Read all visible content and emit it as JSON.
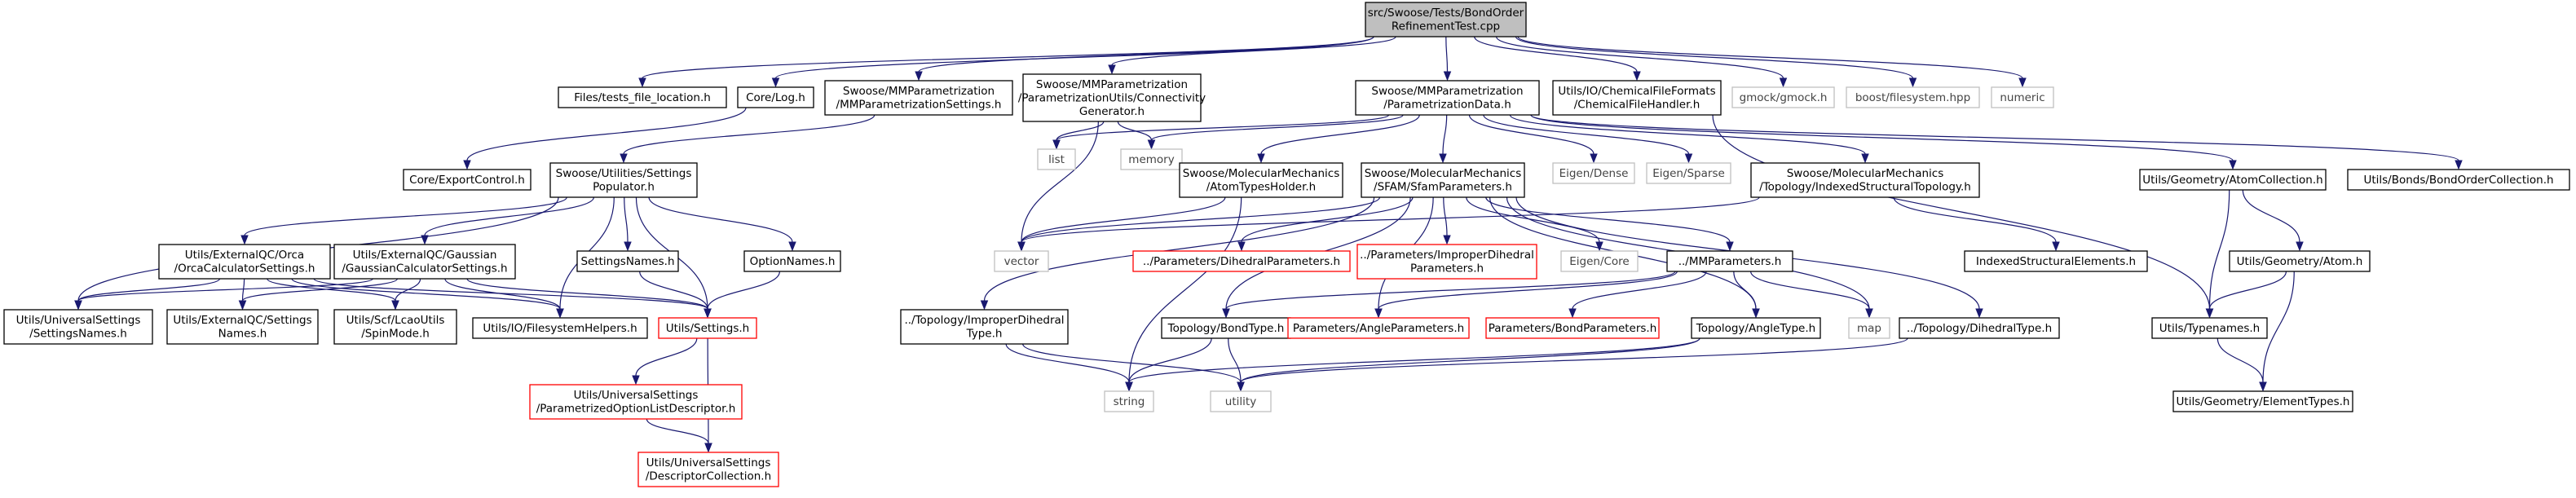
{
  "graph": {
    "colors": {
      "edge": "#191970",
      "node_border": "#000000",
      "external_border": "#c0c0c0",
      "red_border": "#ff0000",
      "root_fill": "#bfbfbf",
      "node_fill": "#ffffff"
    },
    "nodes": [
      {
        "id": "root",
        "lines": [
          "src/Swoose/Tests/BondOrder",
          "RefinementTest.cpp"
        ],
        "kind": "root"
      },
      {
        "id": "files_tests",
        "lines": [
          "Files/tests_file_location.h"
        ],
        "kind": "normal"
      },
      {
        "id": "core_log",
        "lines": [
          "Core/Log.h"
        ],
        "kind": "normal"
      },
      {
        "id": "mmparam_settings",
        "lines": [
          "Swoose/MMParametrization",
          "/MMParametrizationSettings.h"
        ],
        "kind": "normal"
      },
      {
        "id": "conn_gen",
        "lines": [
          "Swoose/MMParametrization",
          "/ParametrizationUtils/Connectivity",
          "Generator.h"
        ],
        "kind": "normal"
      },
      {
        "id": "param_data",
        "lines": [
          "Swoose/MMParametrization",
          "/ParametrizationData.h"
        ],
        "kind": "normal"
      },
      {
        "id": "chem_file",
        "lines": [
          "Utils/IO/ChemicalFileFormats",
          "/ChemicalFileHandler.h"
        ],
        "kind": "normal"
      },
      {
        "id": "gmock",
        "lines": [
          "gmock/gmock.h"
        ],
        "kind": "ext"
      },
      {
        "id": "boost_fs",
        "lines": [
          "boost/filesystem.hpp"
        ],
        "kind": "ext"
      },
      {
        "id": "numeric",
        "lines": [
          "numeric"
        ],
        "kind": "ext"
      },
      {
        "id": "core_export",
        "lines": [
          "Core/ExportControl.h"
        ],
        "kind": "normal"
      },
      {
        "id": "settings_pop",
        "lines": [
          "Swoose/Utilities/Settings",
          "Populator.h"
        ],
        "kind": "normal"
      },
      {
        "id": "list",
        "lines": [
          "list"
        ],
        "kind": "ext"
      },
      {
        "id": "memory",
        "lines": [
          "memory"
        ],
        "kind": "ext"
      },
      {
        "id": "atomtypes",
        "lines": [
          "Swoose/MolecularMechanics",
          "/AtomTypesHolder.h"
        ],
        "kind": "normal"
      },
      {
        "id": "sfam_params",
        "lines": [
          "Swoose/MolecularMechanics",
          "/SFAM/SfamParameters.h"
        ],
        "kind": "normal"
      },
      {
        "id": "eigen_dense",
        "lines": [
          "Eigen/Dense"
        ],
        "kind": "ext"
      },
      {
        "id": "eigen_sparse",
        "lines": [
          "Eigen/Sparse"
        ],
        "kind": "ext"
      },
      {
        "id": "indexed_topo",
        "lines": [
          "Swoose/MolecularMechanics",
          "/Topology/IndexedStructuralTopology.h"
        ],
        "kind": "normal"
      },
      {
        "id": "atom_coll",
        "lines": [
          "Utils/Geometry/AtomCollection.h"
        ],
        "kind": "normal"
      },
      {
        "id": "bond_order_coll",
        "lines": [
          "Utils/Bonds/BondOrderCollection.h"
        ],
        "kind": "normal"
      },
      {
        "id": "orca",
        "lines": [
          "Utils/ExternalQC/Orca",
          "/OrcaCalculatorSettings.h"
        ],
        "kind": "normal"
      },
      {
        "id": "gaussian",
        "lines": [
          "Utils/ExternalQC/Gaussian",
          "/GaussianCalculatorSettings.h"
        ],
        "kind": "normal"
      },
      {
        "id": "settings_names",
        "lines": [
          "SettingsNames.h"
        ],
        "kind": "normal"
      },
      {
        "id": "option_names",
        "lines": [
          "OptionNames.h"
        ],
        "kind": "normal"
      },
      {
        "id": "vector",
        "lines": [
          "vector"
        ],
        "kind": "ext"
      },
      {
        "id": "dihedral_params",
        "lines": [
          "../Parameters/DihedralParameters.h"
        ],
        "kind": "red"
      },
      {
        "id": "improper_params",
        "lines": [
          "../Parameters/ImproperDihedral",
          "Parameters.h"
        ],
        "kind": "red"
      },
      {
        "id": "eigen_core",
        "lines": [
          "Eigen/Core"
        ],
        "kind": "ext"
      },
      {
        "id": "mmparameters",
        "lines": [
          "../MMParameters.h"
        ],
        "kind": "normal"
      },
      {
        "id": "indexed_elements",
        "lines": [
          "IndexedStructuralElements.h"
        ],
        "kind": "normal"
      },
      {
        "id": "geom_atom",
        "lines": [
          "Utils/Geometry/Atom.h"
        ],
        "kind": "normal"
      },
      {
        "id": "univ_settings_names",
        "lines": [
          "Utils/UniversalSettings",
          "/SettingsNames.h"
        ],
        "kind": "normal"
      },
      {
        "id": "extqc_settings_names",
        "lines": [
          "Utils/ExternalQC/Settings",
          "Names.h"
        ],
        "kind": "normal"
      },
      {
        "id": "spinmode",
        "lines": [
          "Utils/Scf/LcaoUtils",
          "/SpinMode.h"
        ],
        "kind": "normal"
      },
      {
        "id": "fs_helpers",
        "lines": [
          "Utils/IO/FilesystemHelpers.h"
        ],
        "kind": "normal"
      },
      {
        "id": "utils_settings",
        "lines": [
          "Utils/Settings.h"
        ],
        "kind": "red"
      },
      {
        "id": "improper_type",
        "lines": [
          "../Topology/ImproperDihedral",
          "Type.h"
        ],
        "kind": "normal"
      },
      {
        "id": "bond_type",
        "lines": [
          "Topology/BondType.h"
        ],
        "kind": "normal"
      },
      {
        "id": "angle_params",
        "lines": [
          "Parameters/AngleParameters.h"
        ],
        "kind": "red"
      },
      {
        "id": "bond_params",
        "lines": [
          "Parameters/BondParameters.h"
        ],
        "kind": "red"
      },
      {
        "id": "angle_type",
        "lines": [
          "Topology/AngleType.h"
        ],
        "kind": "normal"
      },
      {
        "id": "map",
        "lines": [
          "map"
        ],
        "kind": "ext"
      },
      {
        "id": "dihedral_type",
        "lines": [
          "../Topology/DihedralType.h"
        ],
        "kind": "normal"
      },
      {
        "id": "typenames",
        "lines": [
          "Utils/Typenames.h"
        ],
        "kind": "normal"
      },
      {
        "id": "param_opt_list",
        "lines": [
          "Utils/UniversalSettings",
          "/ParametrizedOptionListDescriptor.h"
        ],
        "kind": "red"
      },
      {
        "id": "string",
        "lines": [
          "string"
        ],
        "kind": "ext"
      },
      {
        "id": "utility",
        "lines": [
          "utility"
        ],
        "kind": "ext"
      },
      {
        "id": "element_types",
        "lines": [
          "Utils/Geometry/ElementTypes.h"
        ],
        "kind": "normal"
      },
      {
        "id": "descriptor_coll",
        "lines": [
          "Utils/UniversalSettings",
          "/DescriptorCollection.h"
        ],
        "kind": "red"
      }
    ],
    "edges": [
      [
        "root",
        "files_tests"
      ],
      [
        "root",
        "core_log"
      ],
      [
        "root",
        "mmparam_settings"
      ],
      [
        "root",
        "conn_gen"
      ],
      [
        "root",
        "param_data"
      ],
      [
        "root",
        "chem_file"
      ],
      [
        "root",
        "gmock"
      ],
      [
        "root",
        "boost_fs"
      ],
      [
        "root",
        "numeric"
      ],
      [
        "core_log",
        "core_export"
      ],
      [
        "mmparam_settings",
        "settings_pop"
      ],
      [
        "settings_pop",
        "orca"
      ],
      [
        "settings_pop",
        "gaussian"
      ],
      [
        "settings_pop",
        "settings_names"
      ],
      [
        "settings_pop",
        "option_names"
      ],
      [
        "settings_pop",
        "univ_settings_names"
      ],
      [
        "settings_pop",
        "fs_helpers"
      ],
      [
        "settings_pop",
        "utils_settings"
      ],
      [
        "orca",
        "univ_settings_names"
      ],
      [
        "orca",
        "extqc_settings_names"
      ],
      [
        "orca",
        "spinmode"
      ],
      [
        "orca",
        "fs_helpers"
      ],
      [
        "orca",
        "utils_settings"
      ],
      [
        "gaussian",
        "univ_settings_names"
      ],
      [
        "gaussian",
        "extqc_settings_names"
      ],
      [
        "gaussian",
        "spinmode"
      ],
      [
        "gaussian",
        "fs_helpers"
      ],
      [
        "gaussian",
        "utils_settings"
      ],
      [
        "settings_names",
        "utils_settings"
      ],
      [
        "option_names",
        "utils_settings"
      ],
      [
        "utils_settings",
        "param_opt_list"
      ],
      [
        "utils_settings",
        "descriptor_coll"
      ],
      [
        "param_opt_list",
        "descriptor_coll"
      ],
      [
        "conn_gen",
        "list"
      ],
      [
        "conn_gen",
        "memory"
      ],
      [
        "conn_gen",
        "vector"
      ],
      [
        "param_data",
        "list"
      ],
      [
        "param_data",
        "memory"
      ],
      [
        "param_data",
        "atomtypes"
      ],
      [
        "param_data",
        "sfam_params"
      ],
      [
        "param_data",
        "eigen_dense"
      ],
      [
        "param_data",
        "eigen_sparse"
      ],
      [
        "param_data",
        "indexed_topo"
      ],
      [
        "param_data",
        "atom_coll"
      ],
      [
        "param_data",
        "bond_order_coll"
      ],
      [
        "chem_file",
        "typenames"
      ],
      [
        "atomtypes",
        "vector"
      ],
      [
        "atomtypes",
        "string"
      ],
      [
        "sfam_params",
        "vector"
      ],
      [
        "sfam_params",
        "dihedral_params"
      ],
      [
        "sfam_params",
        "improper_params"
      ],
      [
        "sfam_params",
        "eigen_core"
      ],
      [
        "sfam_params",
        "mmparameters"
      ],
      [
        "sfam_params",
        "improper_type"
      ],
      [
        "sfam_params",
        "bond_type"
      ],
      [
        "sfam_params",
        "angle_params"
      ],
      [
        "sfam_params",
        "angle_type"
      ],
      [
        "sfam_params",
        "map"
      ],
      [
        "sfam_params",
        "dihedral_type"
      ],
      [
        "indexed_topo",
        "indexed_elements"
      ],
      [
        "indexed_topo",
        "vector"
      ],
      [
        "mmparameters",
        "bond_type"
      ],
      [
        "mmparameters",
        "angle_params"
      ],
      [
        "mmparameters",
        "bond_params"
      ],
      [
        "mmparameters",
        "angle_type"
      ],
      [
        "mmparameters",
        "map"
      ],
      [
        "improper_type",
        "string"
      ],
      [
        "improper_type",
        "utility"
      ],
      [
        "bond_type",
        "string"
      ],
      [
        "bond_type",
        "utility"
      ],
      [
        "angle_type",
        "utility"
      ],
      [
        "angle_type",
        "string"
      ],
      [
        "dihedral_type",
        "utility"
      ],
      [
        "atom_coll",
        "geom_atom"
      ],
      [
        "atom_coll",
        "typenames"
      ],
      [
        "geom_atom",
        "typenames"
      ],
      [
        "geom_atom",
        "element_types"
      ],
      [
        "typenames",
        "element_types"
      ]
    ]
  }
}
